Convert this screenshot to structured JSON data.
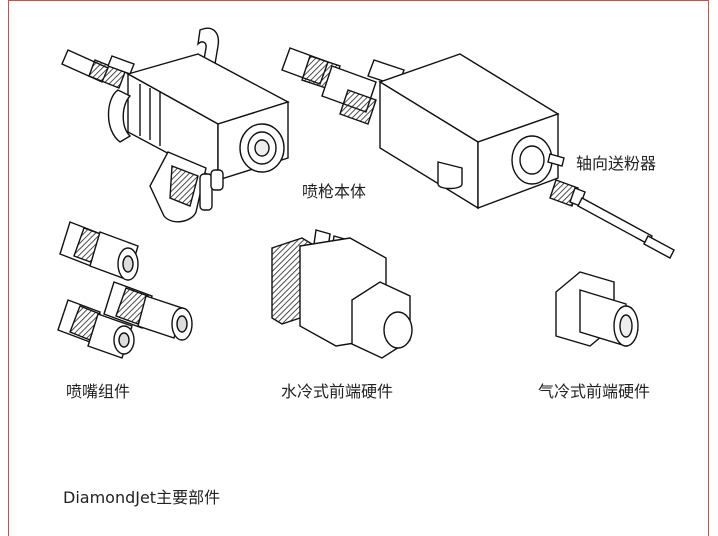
{
  "labels": {
    "gun_body": "喷枪本体",
    "axial_feeder": "轴向送粉器",
    "nozzle_assembly": "喷嘴组件",
    "water_cooled_front": "水冷式前端硬件",
    "air_cooled_front": "气冷式前端硬件"
  },
  "caption": "DiamondJet主要部件",
  "colors": {
    "frame": "#d84a4a",
    "line": "#111111",
    "shade": "#444444"
  },
  "icons": [
    "spray-gun-drawing",
    "gun-body-drawing",
    "axial-feeder-drawing",
    "nozzle-drawing",
    "water-cooled-hardware-drawing",
    "air-cooled-hardware-drawing"
  ]
}
